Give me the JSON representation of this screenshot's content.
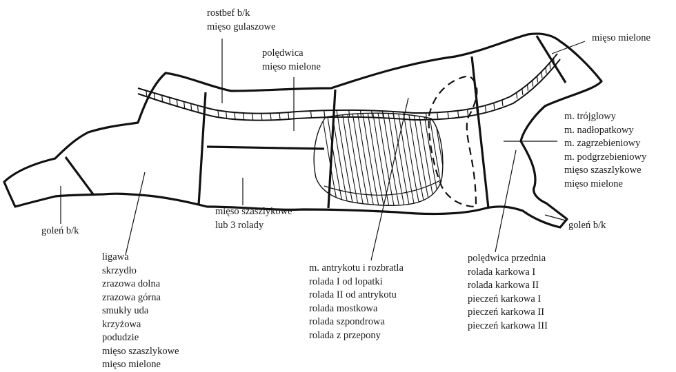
{
  "labels": {
    "rostbef": [
      "rostbef  b/k",
      "mięso gulaszowe"
    ],
    "poledwica": [
      "polędwica",
      "mięso mielone"
    ],
    "mieso_mielone_top": [
      "mięso mielone"
    ],
    "lopatka_group": [
      "m. trójglowy",
      "m. nadłopatkowy",
      "m. zagrzebieniowy",
      "m. podgrzebieniowy",
      "mięso szaszlykowe",
      "mięso mielone"
    ],
    "golen_right": [
      "goleń b/k"
    ],
    "golen_left": [
      "goleń b/k"
    ],
    "szaszlyk_middle": [
      "mięso szaszlykowe",
      "lub 3 rolady"
    ],
    "udziec_group": [
      "ligawa",
      "skrzydło",
      "zrazowa dolna",
      "zrazowa górna",
      "smukły uda",
      "krzyżowa",
      "podudzie",
      "mięso szaszlykowe",
      "mięso mielone"
    ],
    "antrykot_group": [
      "m. antrykotu i rozbratla",
      "rolada I od lopatki",
      "rolada II od antrykotu",
      "rolada mostkowa",
      "rolada szpondrowa",
      "rolada z przepony"
    ],
    "karkowa_group": [
      "polędwica przednia",
      "rolada karkowa I",
      "rolada karkowa II",
      "pieczeń karkowa I",
      "pieczeń karkowa II",
      "pieczeń karkowa III"
    ]
  }
}
